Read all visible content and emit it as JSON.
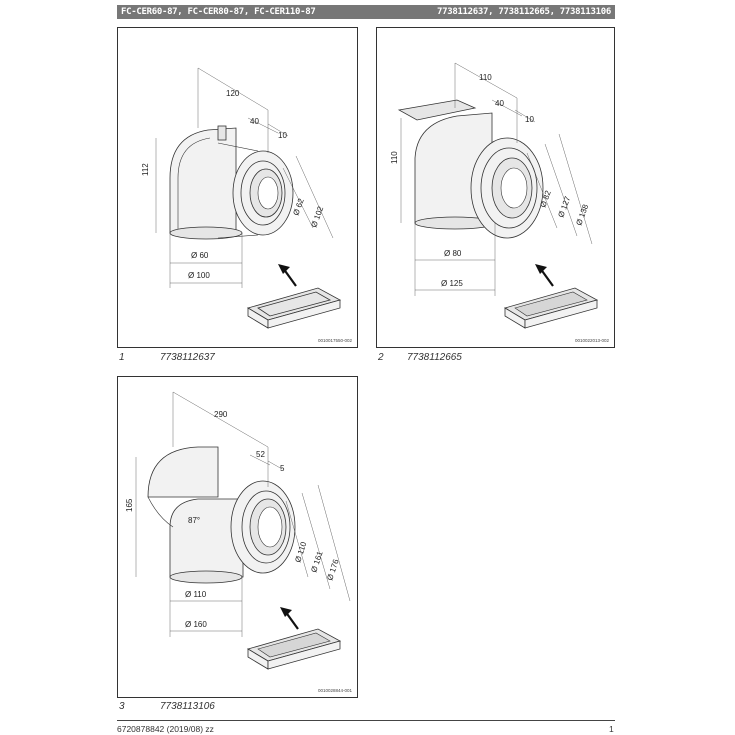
{
  "header": {
    "models": "FC-CER60-87, FC-CER80-87, FC-CER110-87",
    "articles": "7738112637, 7738112665, 7738113106"
  },
  "panels": [
    {
      "caption_number": "1",
      "caption_code": "7738112637",
      "drawing_code": "0010017550-002",
      "dimensions": {
        "top_length": "120",
        "inner_offset": "40",
        "collar": "10",
        "height": "112",
        "inner_diameter_side": "Ø 62",
        "outer_diameter_side": "Ø 102",
        "inner_diameter_bottom": "Ø 60",
        "outer_diameter_bottom": "Ø 100"
      }
    },
    {
      "caption_number": "2",
      "caption_code": "7738112665",
      "drawing_code": "0010022013-002",
      "dimensions": {
        "top_length": "110",
        "inner_offset": "40",
        "collar": "10",
        "height": "110",
        "inner_diameter_side": "Ø 82",
        "mid_diameter_side": "Ø 127",
        "outer_diameter_side": "Ø 138",
        "inner_diameter_bottom": "Ø 80",
        "outer_diameter_bottom": "Ø 125"
      }
    },
    {
      "caption_number": "3",
      "caption_code": "7738113106",
      "drawing_code": "0010028844-001",
      "dimensions": {
        "top_length": "290",
        "inner_offset": "52",
        "collar": "5",
        "height": "165",
        "angle": "87°",
        "inner_diameter_side": "Ø 110",
        "mid_diameter_side": "Ø 161",
        "outer_diameter_side": "Ø 176",
        "inner_diameter_bottom": "Ø 110",
        "outer_diameter_bottom": "Ø 160"
      }
    }
  ],
  "footer": {
    "document_number": "6720878842 (2019/08) zz",
    "page_number": "1"
  }
}
